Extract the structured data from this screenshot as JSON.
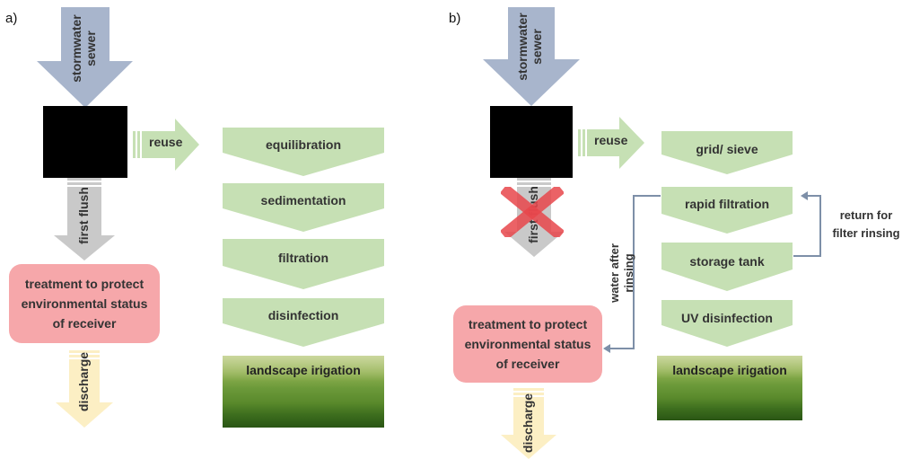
{
  "panels": {
    "a": {
      "label": "a)",
      "inflow_label": "stormwater\nsewer",
      "reuse_label": "reuse",
      "first_flush_label": "first flush",
      "treatment_text": "treatment to protect\nenvironmental status\nof receiver",
      "discharge_label": "discharge",
      "steps": [
        "equilibration",
        "sedimentation",
        "filtration",
        "disinfection"
      ],
      "final_label": "landscape irigation"
    },
    "b": {
      "label": "b)",
      "inflow_label": "stormwater\nsewer",
      "reuse_label": "reuse",
      "first_flush_label": "first flush",
      "treatment_text": "treatment to protect\nenvironmental status\nof receiver",
      "discharge_label": "discharge",
      "steps": [
        "grid/ sieve",
        "rapid filtration",
        "storage tank",
        "UV disinfection"
      ],
      "final_label": "landscape irigation",
      "return_label": "return for\nfilter rinsing",
      "rinsing_label": "water after\nrinsing"
    }
  },
  "colors": {
    "inflow_arrow": "#a8b5cc",
    "reuse_arrow": "#c6e0b4",
    "step_chevron": "#c6e0b4",
    "first_flush_arrow": "#c9c9c9",
    "treatment_box": "#f6a7aa",
    "discharge_arrow": "#fcefc4",
    "blocked_x": "#e8474c",
    "connector_line": "#7d8fa8"
  },
  "icons": {
    "blocked": "x-mark-icon"
  }
}
